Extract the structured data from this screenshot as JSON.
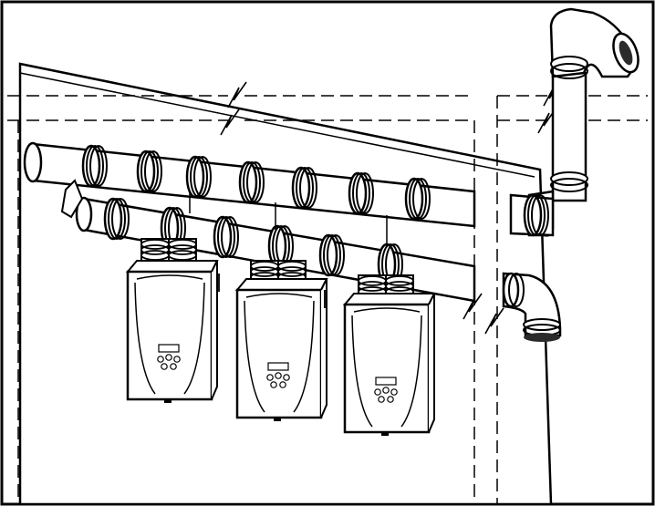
{
  "figure": {
    "kind": "technical-line-illustration",
    "subject": "multi-unit-water-heater-venting",
    "heater_count": 3,
    "colors": {
      "stroke": "#000000",
      "fill": "#ffffff",
      "shade": "#2b2b2b"
    }
  }
}
